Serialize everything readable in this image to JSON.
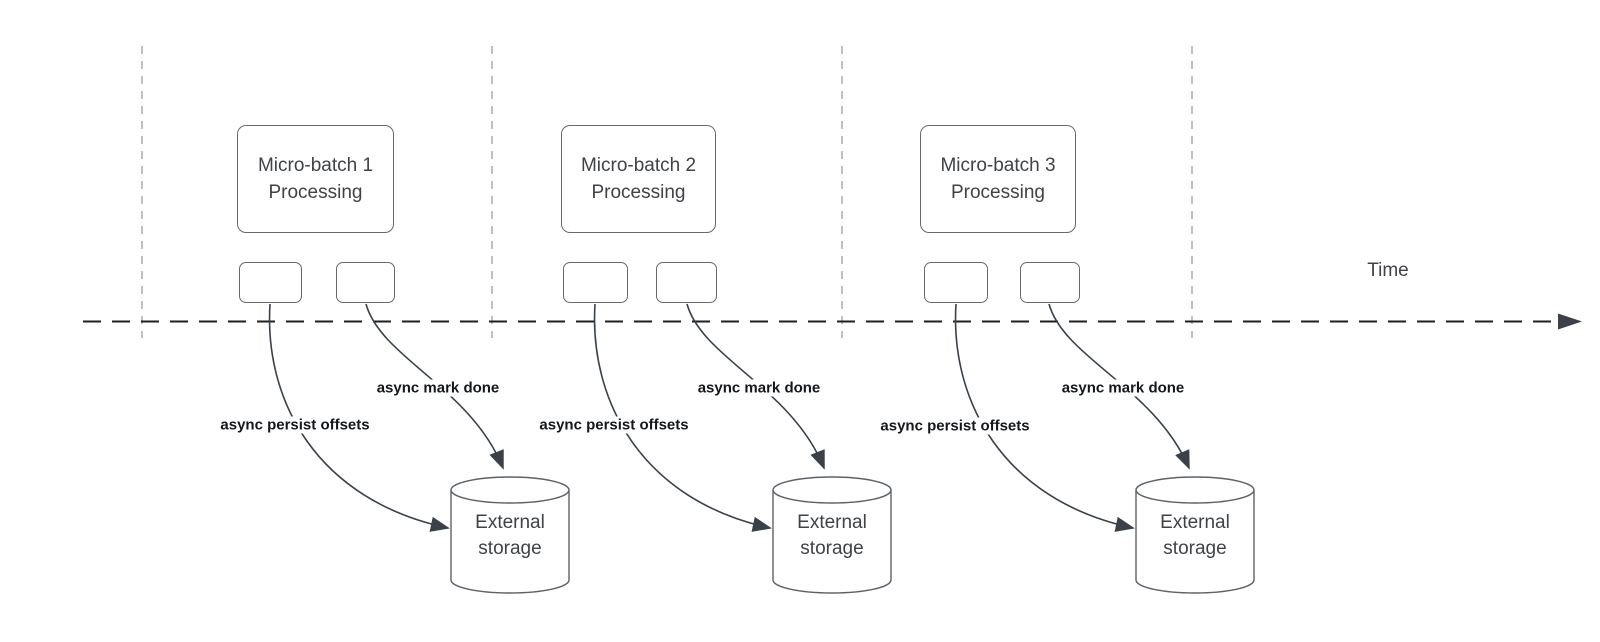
{
  "diagram": {
    "time_label": "Time",
    "groups": [
      {
        "title_line1": "Micro-batch 1",
        "title_line2": "Processing",
        "persist_label": "async persist offsets",
        "done_label": "async mark done",
        "storage_line1": "External",
        "storage_line2": "storage"
      },
      {
        "title_line1": "Micro-batch 2",
        "title_line2": "Processing",
        "persist_label": "async persist offsets",
        "done_label": "async mark done",
        "storage_line1": "External",
        "storage_line2": "storage"
      },
      {
        "title_line1": "Micro-batch 3",
        "title_line2": "Processing",
        "persist_label": "async persist offsets",
        "done_label": "async mark done",
        "storage_line1": "External",
        "storage_line2": "storage"
      }
    ],
    "colors": {
      "timeline": "#1f1f1f",
      "grid_dashed": "#a6a6a6",
      "shape_stroke": "#5d6268",
      "curve": "#3a4149",
      "text": "#3f4246",
      "label_text": "#14171c"
    }
  }
}
